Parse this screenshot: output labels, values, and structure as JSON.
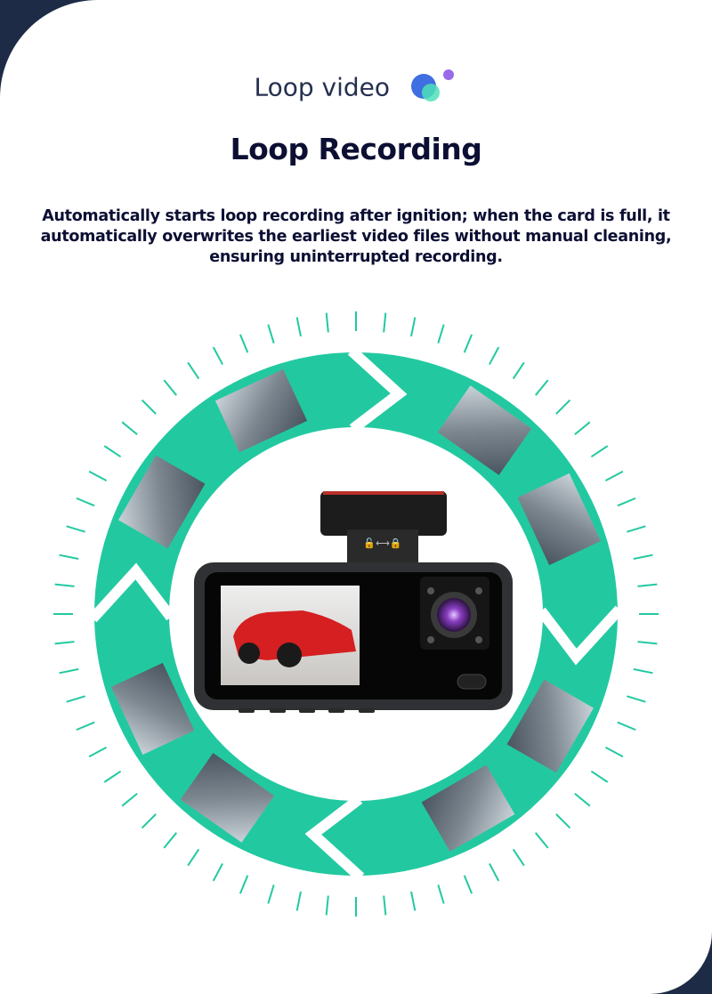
{
  "header": {
    "tag": "Loop video",
    "title": "Loop Recording",
    "description": "Automatically starts loop recording after ignition; when the card is full, it automatically overwrites the earliest video files without manual cleaning, ensuring uninterrupted recording."
  },
  "colors": {
    "accent": "#22c9a0",
    "text": "#0c0f33",
    "frame": "#1e2b47"
  },
  "icons": {
    "lock_slider": "unlock-arrow-lock-icon"
  }
}
